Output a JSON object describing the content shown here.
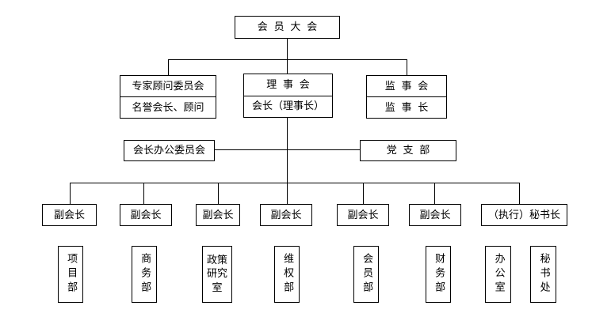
{
  "top": {
    "label": "会员大会"
  },
  "level2": {
    "experts": {
      "top": "专家顾问委员会",
      "bottom": "名誉会长、顾问"
    },
    "council": {
      "top": "理事会",
      "bottom": "会长（理事长）"
    },
    "supervisors": {
      "top": "监事会",
      "bottom": "监事长"
    }
  },
  "level3": {
    "president_office": "会长办公委员会",
    "party_branch": "党支部"
  },
  "level4": [
    "副会长",
    "副会长",
    "副会长",
    "副会长",
    "副会长",
    "副会长",
    "（执行）秘书长"
  ],
  "departments": [
    {
      "label": "项目部"
    },
    {
      "label": "商务部"
    },
    {
      "label": "政策研究室",
      "cols": [
        "政策",
        "研究",
        "室"
      ]
    },
    {
      "label": "维权部"
    },
    {
      "label": "会员部"
    },
    {
      "label": "财务部"
    },
    {
      "label": "办公室"
    },
    {
      "label": "秘书处"
    }
  ]
}
